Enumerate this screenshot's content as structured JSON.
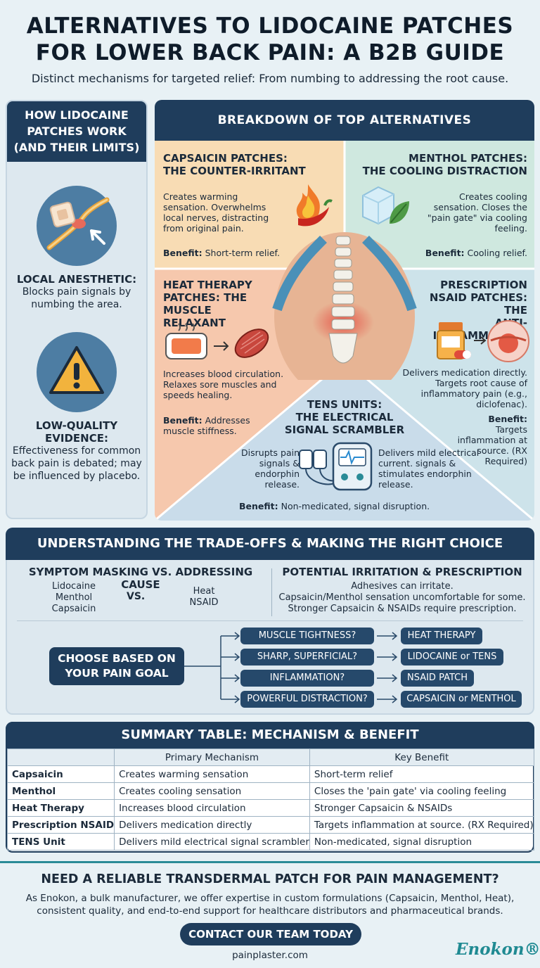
{
  "header": {
    "title_line1": "ALTERNATIVES TO LIDOCAINE PATCHES",
    "title_line2": "FOR LOWER BACK PAIN: A B2B GUIDE",
    "subtitle": "Distinct mechanisms for targeted relief: From numbing to addressing the root cause."
  },
  "left": {
    "title_line1": "HOW LIDOCAINE",
    "title_line2": "PATCHES WORK",
    "title_line3": "(AND THEIR LIMITS)",
    "block1": {
      "heading": "LOCAL ANESTHETIC:",
      "text": "Blocks pain signals by numbing the area."
    },
    "block2": {
      "heading_line1": "LOW-QUALITY",
      "heading_line2": "EVIDENCE:",
      "text": "Effectiveness for common back pain is debated; may be influenced by placebo."
    }
  },
  "breakdown": {
    "title": "BREAKDOWN OF TOP ALTERNATIVES",
    "capsaicin": {
      "head1": "CAPSAICIN PATCHES:",
      "head2": "THE COUNTER-IRRITANT",
      "text": "Creates warming sensation. Overwhelms local nerves, distracting from original pain.",
      "benefit_label": "Benefit:",
      "benefit": "Short-term relief."
    },
    "menthol": {
      "head1": "MENTHOL PATCHES:",
      "head2": "THE COOLING DISTRACTION",
      "text": "Creates cooling sensation. Closes the \"pain gate\" via cooling feeling.",
      "benefit_label": "Benefit:",
      "benefit": "Cooling relief."
    },
    "heat": {
      "head1": "HEAT THERAPY",
      "head2": "PATCHES: THE",
      "head3": "MUSCLE RELAXANT",
      "text": "Increases blood circulation. Relaxes sore muscles and speeds healing.",
      "benefit_label": "Benefit:",
      "benefit": "Addresses muscle stiffness."
    },
    "nsaid": {
      "head1": "PRESCRIPTION",
      "head2": "NSAID PATCHES: THE",
      "head3": "ANTI-INFLAMMATORY",
      "text": "Delivers medication directly. Targets root cause of inflammatory pain (e.g., diclofenac).",
      "benefit_label": "Benefit:",
      "benefit": "Targets inflammation at source. (RX Required)"
    },
    "tens": {
      "head1": "TENS UNITS:",
      "head2": "THE ELECTRICAL",
      "head3": "SIGNAL SCRAMBLER",
      "text_left": "Disrupts pain signals & endorphin release.",
      "text_right": "Delivers mild electrical current. signals & stimulates endorphin release.",
      "benefit_label": "Benefit:",
      "benefit": "Non-medicated, signal disruption."
    }
  },
  "tradeoffs": {
    "title": "UNDERSTANDING THE TRADE-OFFS & MAKING THE RIGHT CHOICE",
    "masking_title": "SYMPTOM MASKING VS. ADDRESSING CAUSE",
    "left_list": [
      "Lidocaine",
      "Menthol",
      "Capsaicin"
    ],
    "vs": "VS.",
    "right_list": [
      "Heat",
      "NSAID"
    ],
    "irritation_title": "POTENTIAL IRRITATION & PRESCRIPTION",
    "irritation_lines": [
      "Adhesives can irritate.",
      "Capsaicin/Menthol sensation uncomfortable for some.",
      "Stronger Capsaicin & NSAIDs require prescription."
    ],
    "choose_line1": "CHOOSE BASED ON",
    "choose_line2": "YOUR PAIN GOAL",
    "goals": [
      {
        "q": "MUSCLE TIGHTNESS?",
        "a": "HEAT THERAPY"
      },
      {
        "q": "SHARP, SUPERFICIAL?",
        "a": "LIDOCAINE or TENS"
      },
      {
        "q": "INFLAMMATION?",
        "a": "NSAID PATCH"
      },
      {
        "q": "POWERFUL DISTRACTION?",
        "a": "CAPSAICIN or MENTHOL"
      }
    ]
  },
  "table": {
    "title": "SUMMARY TABLE: MECHANISM & BENEFIT",
    "headers": [
      "",
      "Primary Mechanism",
      "Key Benefit"
    ],
    "rows": [
      [
        "Capsaicin",
        "Creates warming sensation",
        "Short-term relief"
      ],
      [
        "Menthol",
        "Creates cooling sensation",
        "Closes the 'pain gate' via cooling feeling"
      ],
      [
        "Heat Therapy",
        "Increases blood circulation",
        "Stronger Capsaicin & NSAIDs"
      ],
      [
        "Prescription NSAID",
        "Delivers medication directly",
        "Targets inflammation at source. (RX Required)"
      ],
      [
        "TENS Unit",
        "Delivers mild electrical signal scrambler",
        "Non-medicated, signal disruption"
      ]
    ]
  },
  "cta": {
    "heading": "NEED A RELIABLE TRANSDERMAL PATCH FOR PAIN MANAGEMENT?",
    "text": "As Enokon, a bulk manufacturer, we offer expertise in custom formulations (Capsaicin, Menthol, Heat), consistent quality, and end-to-end support for healthcare distributors and pharmaceutical brands.",
    "button": "CONTACT OUR TEAM TODAY",
    "site": "painplaster.com",
    "logo": "Enokon®"
  },
  "colors": {
    "navy": "#1f3d5c",
    "capsaicin_bg": "#f8dcb4",
    "menthol_bg": "#cfe8df",
    "heat_bg": "#f6c8ad",
    "nsaid_bg": "#cde3ea",
    "tens_bg": "#c9dcea",
    "accent_teal": "#2a8b97"
  },
  "icons": [
    "nerve-patch-icon",
    "warning-icon",
    "chili-flame-icon",
    "ice-leaf-icon",
    "heat-pad-icon",
    "muscle-icon",
    "pill-bottle-icon",
    "inflamed-skin-icon",
    "tens-device-icon",
    "spine-illustration"
  ]
}
